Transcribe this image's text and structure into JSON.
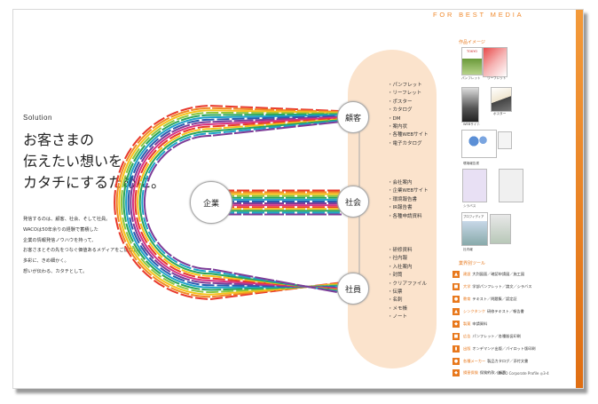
{
  "header": "FOR BEST MEDIA",
  "solution_label": "Solution",
  "title_lines": [
    "お客さまの",
    "伝えたい想いを",
    "カタチにするために。"
  ],
  "body_lines": [
    "発信するのは、顧客、社会、そして社員。",
    "WACOは50年余りの経験で蓄積した",
    "企業の情報発信ノウハウを持って、",
    "お客さまとその先をつなぐ価値あるメディアをご提案します。",
    "多彩に、きめ細かく。",
    "想いが伝わる、カタチとして。"
  ],
  "nodes": {
    "company": "企業",
    "customer": "顧客",
    "society": "社会",
    "employee": "社員"
  },
  "lists": {
    "customer": [
      "・パンフレット",
      "・リーフレット",
      "・ポスター",
      "・カタログ",
      "・DM",
      "・案内状",
      "・各種WEBサイト",
      "・電子カタログ"
    ],
    "society": [
      "・会社案内",
      "・企業WEBサイト",
      "・環境報告書",
      "・IR報告書",
      "・各種申請資料"
    ],
    "employee": [
      "・研修資料",
      "・社内報",
      "・入社案内",
      "・封筒",
      "・クリアファイル",
      "・伝票",
      "・名刺",
      "・メモ帳",
      "・ノート"
    ]
  },
  "sidebar": {
    "works_title": "作品イメージ",
    "captions": {
      "pamphlet": "パンフレット",
      "leaflet": "リーフレット",
      "web": "WEBサイト",
      "poster": "ポスター",
      "environment": "環境報告書",
      "syllabus": "シラバス",
      "company_newsletter": "社内報"
    },
    "thumb_text": {
      "tokyo": "TOKYO",
      "profile": "プロフィディア"
    },
    "categories_title": "業界別ツール",
    "categories": [
      {
        "head": "建設",
        "text": "大判図面／確認申請図／施工図"
      },
      {
        "head": "大学",
        "text": "学部パンフレット／論文／シラバス"
      },
      {
        "head": "教育",
        "text": "テキスト／問題集／認定証"
      },
      {
        "head": "シンクタンク",
        "text": "研修テキスト／報告書"
      },
      {
        "head": "製薬",
        "text": "申請資料"
      },
      {
        "head": "広告",
        "text": "パンフレット／各種販促印刷"
      },
      {
        "head": "出版",
        "text": "オンデマンド出版／パイロット版印刷"
      },
      {
        "head": "各種メーカー",
        "text": "製品カタログ／添付文書"
      },
      {
        "head": "損害保険",
        "text": "保険約款／帳票"
      }
    ]
  },
  "footer": "WACO Corporate Profile ◎3-4",
  "colors": {
    "accent": "#e8781c",
    "capsule": "#fbe3cc"
  }
}
